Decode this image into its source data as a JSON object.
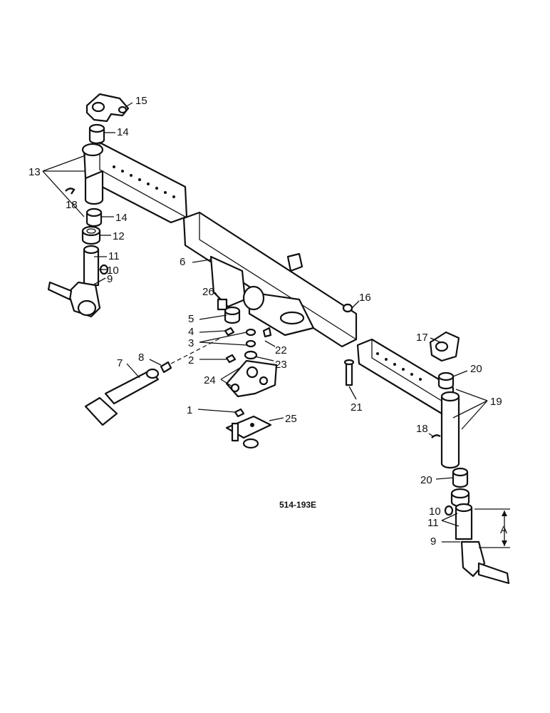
{
  "diagram": {
    "drawing_code": "514-193E",
    "dimension_label": "A",
    "callouts": [
      {
        "id": "c1",
        "text": "1"
      },
      {
        "id": "c2",
        "text": "2"
      },
      {
        "id": "c3",
        "text": "3"
      },
      {
        "id": "c4",
        "text": "4"
      },
      {
        "id": "c5",
        "text": "5"
      },
      {
        "id": "c6",
        "text": "6"
      },
      {
        "id": "c7",
        "text": "7"
      },
      {
        "id": "c8",
        "text": "8"
      },
      {
        "id": "c9a",
        "text": "9"
      },
      {
        "id": "c9b",
        "text": "9"
      },
      {
        "id": "c10a",
        "text": "10"
      },
      {
        "id": "c10b",
        "text": "10"
      },
      {
        "id": "c11a",
        "text": "11"
      },
      {
        "id": "c11b",
        "text": "11"
      },
      {
        "id": "c12",
        "text": "12"
      },
      {
        "id": "c13",
        "text": "13"
      },
      {
        "id": "c14a",
        "text": "14"
      },
      {
        "id": "c14b",
        "text": "14"
      },
      {
        "id": "c15",
        "text": "15"
      },
      {
        "id": "c16",
        "text": "16"
      },
      {
        "id": "c17",
        "text": "17"
      },
      {
        "id": "c18a",
        "text": "18"
      },
      {
        "id": "c18b",
        "text": "18"
      },
      {
        "id": "c19",
        "text": "19"
      },
      {
        "id": "c20a",
        "text": "20"
      },
      {
        "id": "c20b",
        "text": "20"
      },
      {
        "id": "c21",
        "text": "21"
      },
      {
        "id": "c22",
        "text": "22"
      },
      {
        "id": "c23",
        "text": "23"
      },
      {
        "id": "c24",
        "text": "24"
      },
      {
        "id": "c25",
        "text": "25"
      },
      {
        "id": "c26",
        "text": "26"
      }
    ]
  }
}
